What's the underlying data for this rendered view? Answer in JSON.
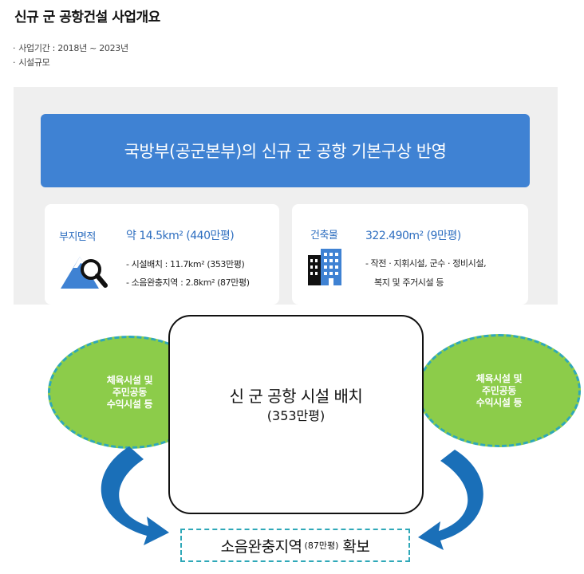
{
  "title": "신규 군 공항건설 사업개요",
  "info": {
    "bullet": "·",
    "period": "사업기간 : 2018년 ~ 2023년",
    "scale": "시설규모"
  },
  "banner": "국방부(공군본부)의 신규 군 공항 기본구상 반영",
  "site_card": {
    "label": "부지면적",
    "value": "약 14.5km² (440만평)",
    "details": [
      "- 시설배치 : 11.7km² (353만평)",
      "- 소음완충지역 : 2.8km² (87만평)"
    ],
    "icon": "mountain-magnifier-icon"
  },
  "building_card": {
    "label": "건축물",
    "value": "322.490m² (9만평)",
    "details": [
      "- 작전 · 지휘시설, 군수 · 정비시설,",
      "복지 및 주거시설 등"
    ],
    "icon": "building-icon"
  },
  "diagram": {
    "left_ellipse": "체육시설 및\n주민공동\n수익시설 등",
    "right_ellipse": "체육시설 및\n주민공동\n수익시설 등",
    "center_main": "신 군 공항 시설 배치",
    "center_sub": "(353만평)",
    "noise_main": "소음완충지역",
    "noise_small": "(87만평)",
    "noise_suffix": "확보"
  },
  "colors": {
    "banner_blue": "#3f82d3",
    "label_blue": "#2f6fc0",
    "ellipse_green": "#8ccc4a",
    "dash_teal": "#2fa8b8",
    "arrow_blue": "#1a6fb8"
  }
}
